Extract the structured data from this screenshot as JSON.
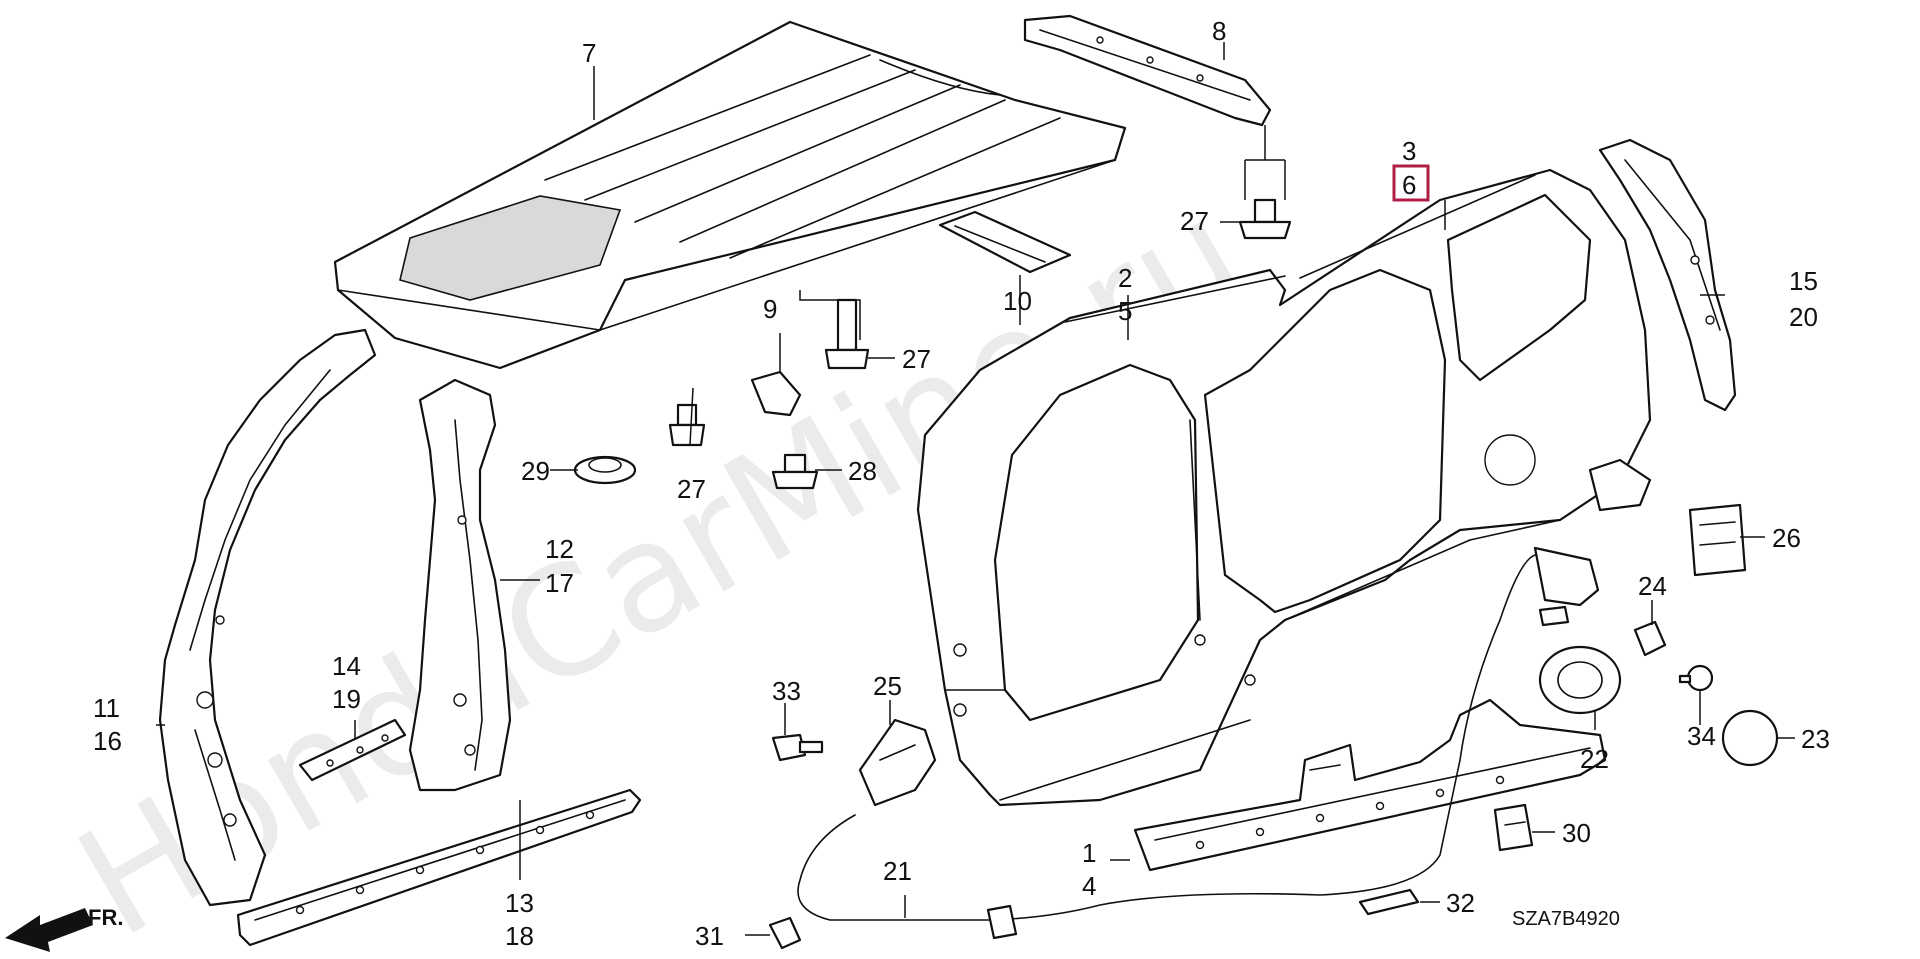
{
  "watermark": "HondaCarMine.ru",
  "diagram_code": "SZA7B4920",
  "direction_label": "FR.",
  "highlight_color": "#b01d45",
  "callouts": {
    "c7": "7",
    "c8": "8",
    "c3": "3",
    "c6": "6",
    "c15": "15",
    "c20": "20",
    "c2": "2",
    "c5": "5",
    "c27a": "27",
    "c27b": "27",
    "c27c": "27",
    "c9": "9",
    "c10": "10",
    "c28": "28",
    "c29": "29",
    "c12": "12",
    "c17": "17",
    "c11": "11",
    "c16": "16",
    "c14": "14",
    "c19": "19",
    "c13": "13",
    "c18": "18",
    "c33": "33",
    "c25": "25",
    "c26": "26",
    "c24": "24",
    "c22": "22",
    "c34": "34",
    "c23": "23",
    "c30": "30",
    "c1": "1",
    "c4": "4",
    "c21": "21",
    "c32": "32",
    "c31": "31"
  }
}
